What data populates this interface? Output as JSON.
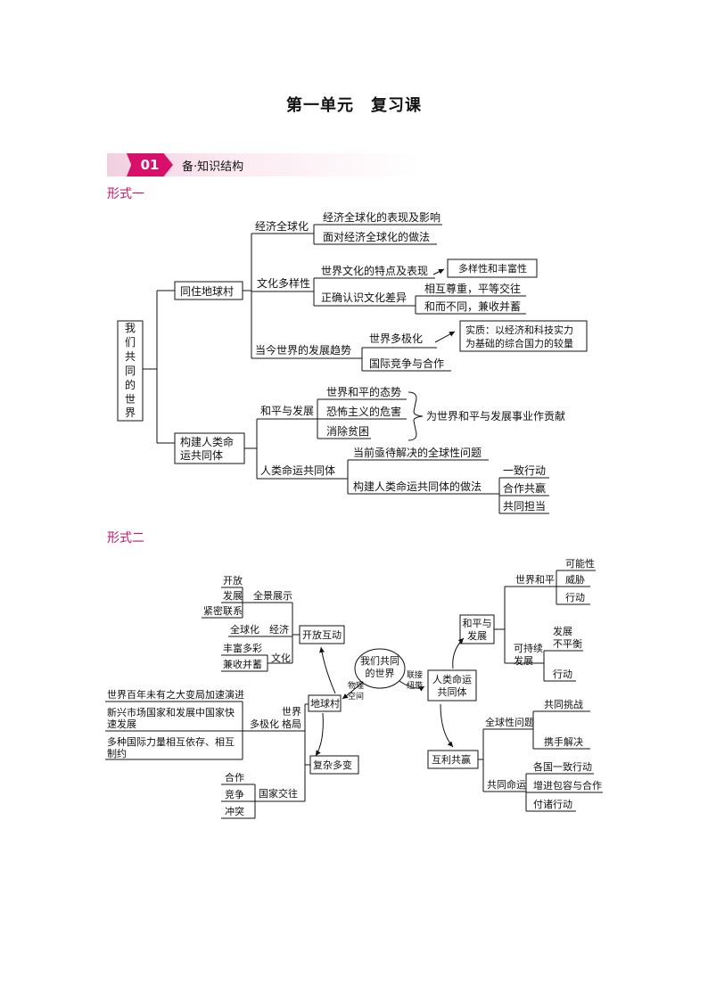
{
  "title": "第一单元　复习课",
  "section": {
    "number": "01",
    "label": "备·知识结构"
  },
  "form1": {
    "label": "形式一",
    "root": "我们共同的世界",
    "b1": "同住地球村",
    "b1a": "经济全球化",
    "b1a1": "经济全球化的表现及影响",
    "b1a2": "面对经济全球化的做法",
    "b1b": "文化多样性",
    "b1b1": "世界文化的特点及表现",
    "b1b1n": "多样性和丰富性",
    "b1b2": "正确认识文化差异",
    "b1b2a": "相互尊重，平等交往",
    "b1b2b": "和而不同，兼收并蓄",
    "b1c": "当今世界的发展趋势",
    "b1c1": "世界多极化",
    "b1c2": "国际竞争与合作",
    "b1cn1": "实质：以经济和科技实力",
    "b1cn2": "为基础的综合国力的较量",
    "b2": "构建人类命运共同体",
    "b2a": "和平与发展",
    "b2a1": "世界和平的态势",
    "b2a2": "恐怖主义的危害",
    "b2a3": "消除贫困",
    "b2an": "为世界和平与发展事业作贡献",
    "b2b": "人类命运共同体",
    "b2b1": "当前亟待解决的全球性问题",
    "b2b2": "构建人类命运共同体的做法",
    "b2b2a": "一致行动",
    "b2b2b": "合作共赢",
    "b2b2c": "共同担当"
  },
  "form2": {
    "label": "形式二",
    "center": [
      "我们共同",
      "的世界"
    ],
    "lbl_physical": [
      "物理",
      "空间"
    ],
    "lbl_bond": [
      "联接",
      "纽带"
    ],
    "village": "地球村",
    "open": "开放互动",
    "complex": "复杂多变",
    "full_display": "全景展示",
    "open_items": [
      "开放",
      "发展",
      "紧密联系"
    ],
    "globalization": "全球化",
    "economy": "经济",
    "culture_items": [
      "丰富多彩",
      "兼收并蓄"
    ],
    "culture": "文化",
    "world_pattern": [
      "世界",
      "格局"
    ],
    "multipolar": "多极化",
    "multipolar_items": [
      "世界百年未有之大变局加速演进",
      "新兴市场国家和发展中国家快速发展",
      "多种国际力量相互依存、相互制约"
    ],
    "state_relations": "国家交往",
    "state_items": [
      "合作",
      "竞争",
      "冲突"
    ],
    "community": [
      "人类命运",
      "共同体"
    ],
    "peace_dev": [
      "和平与",
      "发展"
    ],
    "world_peace": "世界和平",
    "peace_items": [
      "可能性",
      "威胁",
      "行动"
    ],
    "sustainable": [
      "可持续",
      "发展"
    ],
    "imbalance": [
      "发展",
      "不平衡"
    ],
    "sustain_action": "行动",
    "win_win": "互利共赢",
    "global_issues": "全球性问题",
    "issue_items": [
      "共同挑战",
      "携手解决"
    ],
    "shared_fate": "共同命运",
    "fate_items": [
      "各国一致行动",
      "增进包容与合作",
      "付诸行动"
    ]
  }
}
